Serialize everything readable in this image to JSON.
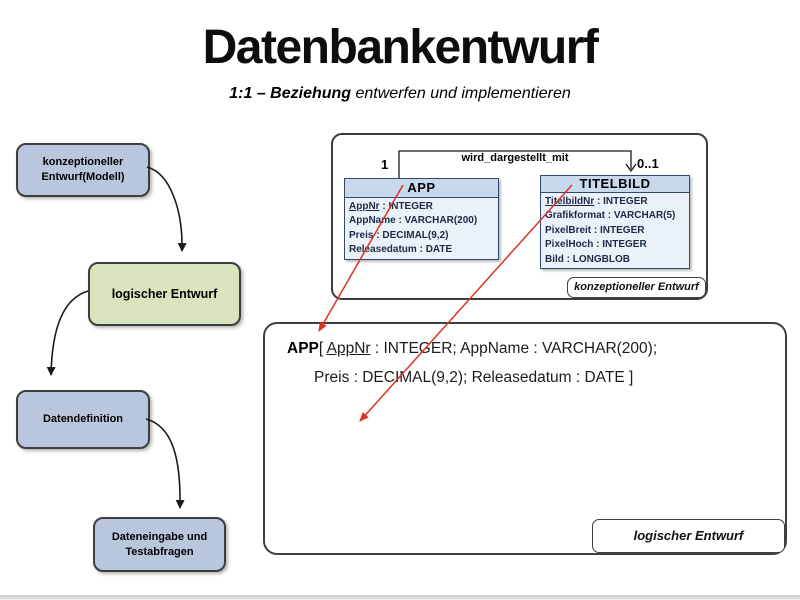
{
  "slide": {
    "title": "Datenbankentwurf",
    "subtitle_bold": "1:1 – Beziehung",
    "subtitle_rest": " entwerfen und implementieren"
  },
  "flowchart": {
    "step1": {
      "line1": "konzeptioneller",
      "line2": "Entwurf(Modell)"
    },
    "step2": {
      "line1": "logischer Entwurf"
    },
    "step3": {
      "line1": "Datendefinition"
    },
    "step4": {
      "line1": "Dateneingabe und",
      "line2": "Testabfragen"
    }
  },
  "er_diagram": {
    "caption": "konzeptioneller Entwurf",
    "relationship": {
      "name": "wird_dargestellt_mit",
      "cardinality_left": "1",
      "cardinality_right": "0..1"
    },
    "app_entity": {
      "title": "APP",
      "rows": [
        {
          "u": "AppNr",
          "t": " : INTEGER"
        },
        {
          "u": "",
          "t": "AppName : VARCHAR(200)"
        },
        {
          "u": "",
          "t": "Preis : DECIMAL(9,2)"
        },
        {
          "u": "",
          "t": "Releasedatum : DATE"
        }
      ]
    },
    "titelbild_entity": {
      "title": "TITELBILD",
      "rows": [
        {
          "u": "TitelbildNr",
          "t": " : INTEGER"
        },
        {
          "u": "",
          "t": "Grafikformat : VARCHAR(5)"
        },
        {
          "u": "",
          "t": "PixelBreit : INTEGER"
        },
        {
          "u": "",
          "t": "PixelHoch : INTEGER"
        },
        {
          "u": "",
          "t": "Bild : LONGBLOB"
        }
      ]
    }
  },
  "logical_box": {
    "caption": "logischer Entwurf",
    "line1_bold": "APP",
    "line1_open": "[ ",
    "line1_key": "AppNr",
    "line1_rest": " : INTEGER; AppName : VARCHAR(200);",
    "line2": "Preis : DECIMAL(9,2); Releasedatum : DATE ]"
  },
  "colors": {
    "flow_box_blue": "#b9c7de",
    "flow_box_green": "#d7e4bd",
    "entity_header": "#c9d9ed",
    "entity_body": "#eaf1f9",
    "entity_border": "#30496e",
    "outline_dark": "#3f3f3f",
    "mapping_arrow_red": "#e03224",
    "text_dark_navy": "#1c2a47"
  }
}
